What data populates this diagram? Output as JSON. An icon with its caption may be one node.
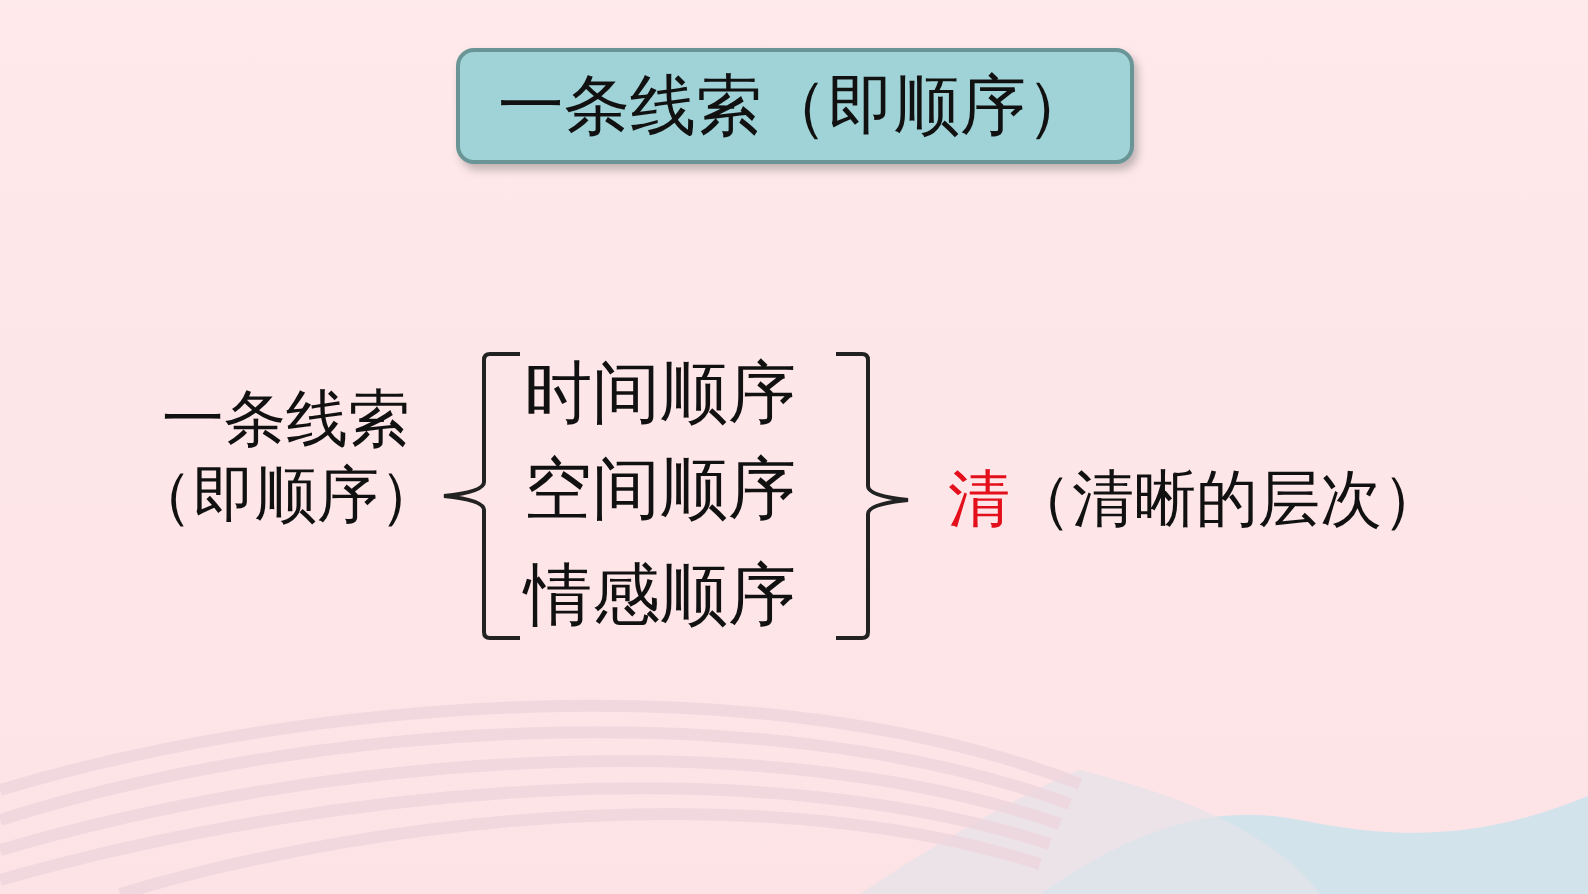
{
  "diagram": {
    "nodes": [
      {
        "text": [
          "一条线索（即顺序）"
        ]
      }
    ],
    "labels": [
      "一条线索（即顺序）",
      "时间顺序",
      "空间顺序",
      "情感顺序",
      "清",
      "（清晰的层次）"
    ]
  }
}
